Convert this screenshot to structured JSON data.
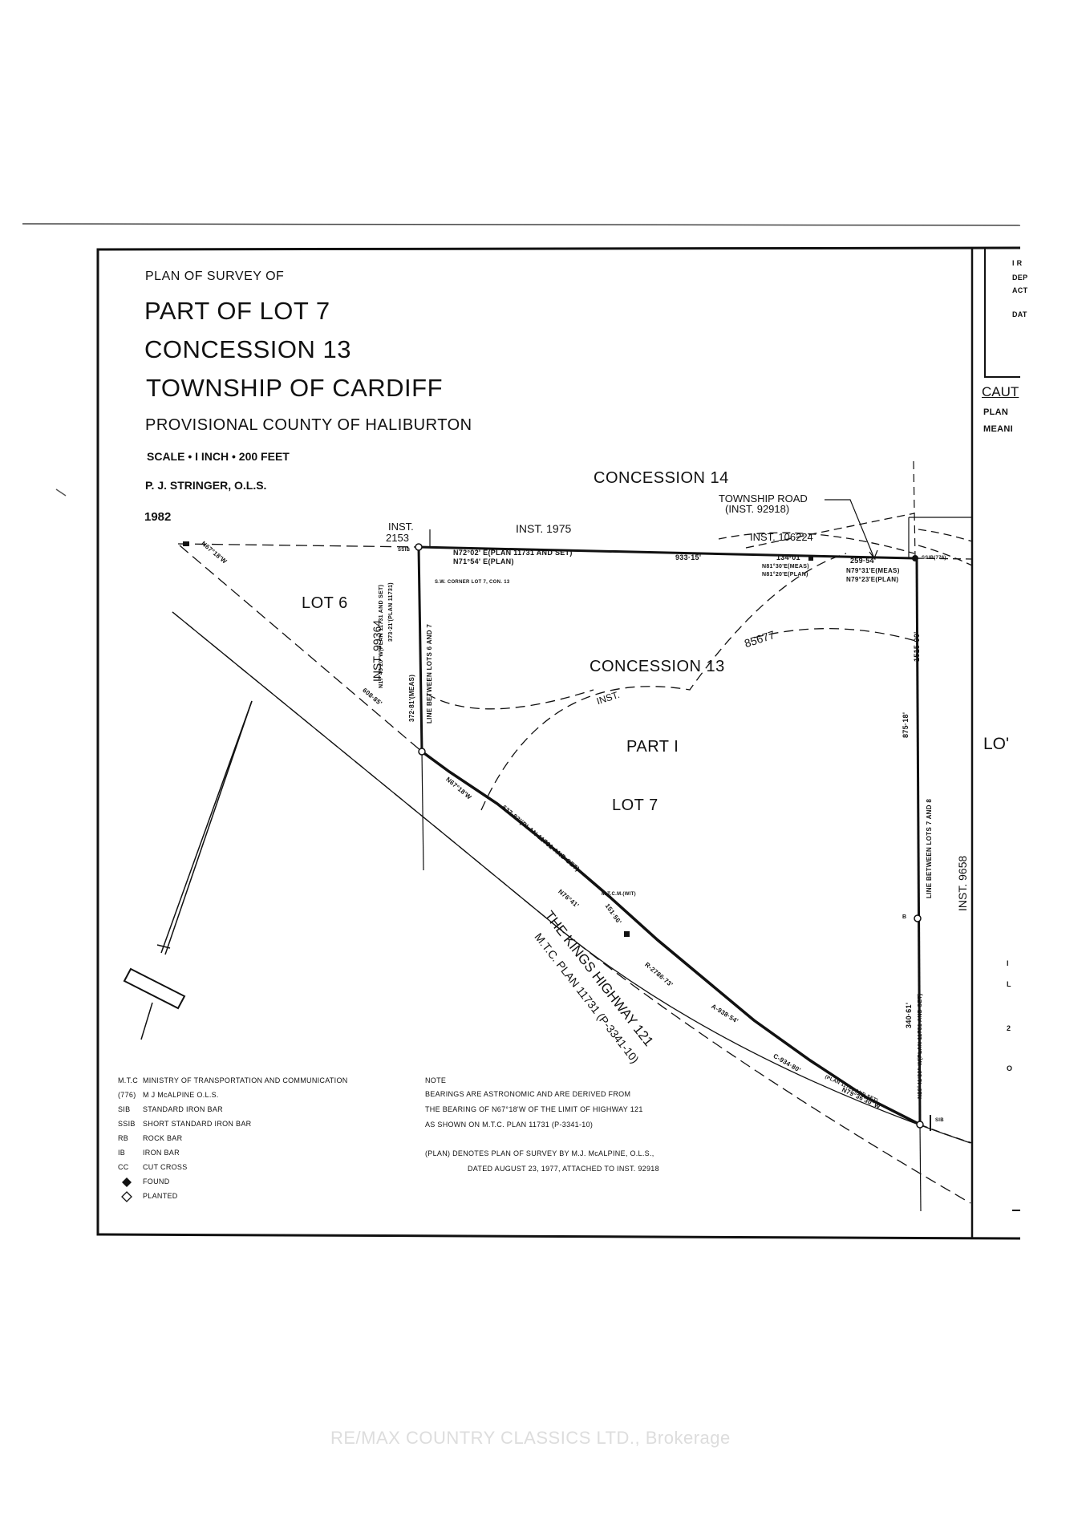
{
  "title_block": {
    "line1": "PLAN OF SURVEY OF",
    "line2": "PART OF LOT 7",
    "line3": "CONCESSION 13",
    "line4": "TOWNSHIP OF CARDIFF",
    "line5": "PROVISIONAL COUNTY OF HALIBURTON",
    "scale": "SCALE • I INCH • 200 FEET",
    "surveyor": "P. J. STRINGER, O.L.S.",
    "year": "1982"
  },
  "right_panel": {
    "lines": [
      "I R",
      "DEP",
      "ACT",
      "DAT"
    ],
    "caution_title": "CAUT",
    "caution_lines": [
      "PLAN",
      "MEANI"
    ],
    "lot_label": "LO'",
    "side_marks": [
      "I",
      "L",
      "2",
      "O"
    ]
  },
  "map_labels": {
    "concession_14": "CONCESSION 14",
    "concession_13": "CONCESSION 13",
    "township_road": "TOWNSHIP ROAD",
    "township_road_inst": "(INST. 92918)",
    "inst_2153_a": "INST.",
    "inst_2153_b": "2153",
    "inst_1975": "INST. 1975",
    "inst_106224": "INST. 106224",
    "lot_6": "LOT 6",
    "part_1": "PART I",
    "lot_7": "LOT 7",
    "inst_99364": "INST. 99364",
    "inst_9658": "INST. 9658",
    "inst_85677": "85677",
    "inst_arc": "INST.",
    "highway_1": "THE KINGS HIGHWAY 121",
    "highway_2": "M.T.C. PLAN 11731 (P-3341-10)"
  },
  "bearings": {
    "north_a": "N72°02' E(PLAN 11731 AND SET)",
    "north_b": "N71°54' E(PLAN)",
    "north_dist": "933·15'",
    "north_c": "134·01'",
    "north_d": "N81°30'E(MEAS)",
    "north_e": "N81°20'E(PLAN)",
    "north_f": "259·54'",
    "north_g": "N79°31'E(MEAS)",
    "north_h": "N79°23'E(PLAN)",
    "west_line": "LINE BETWEEN LOTS 6 AND 7",
    "west_a": "N17°45'20\"W(PLAN 11731 AND SET)",
    "west_b": "373·21'(PLAN 11731)",
    "west_c": "372·81'(MEAS)",
    "east_line": "LINE BETWEEN LOTS 7 AND 8",
    "east_a": "1515·90'",
    "east_b": "875·18'",
    "east_c": "340·61'",
    "east_d": "N20°41'30\" W(PLAN 11731 AND SET)",
    "hwy_a": "N67°18'W",
    "hwy_b": "608·85'",
    "hwy_c": "N67°18'W",
    "hwy_d": "627·83'(PLAN 11731 AND SET)",
    "hwy_e": "N76°41'",
    "hwy_f": "151·56'",
    "hwy_g": "R-2786·73'",
    "hwy_h": "A-938·54'",
    "hwy_i": "C-934·80'",
    "hwy_j": "N79°36'30\"W",
    "hwy_k": "(PLAN 11731 AND SET)",
    "corner_note": "S.W. CORNER LOT 7, CON. 13",
    "mtc_mark": "M.T.C.M.(WIT)",
    "ssib_1": "SSIB",
    "ssib_2": "SSIB(776)",
    "sib": "SIB",
    "b": "B"
  },
  "legend": [
    {
      "code": "M.T.C",
      "desc": "MINISTRY OF TRANSPORTATION AND COMMUNICATION"
    },
    {
      "code": "(776)",
      "desc": "M J McALPINE O.L.S."
    },
    {
      "code": "SIB",
      "desc": "STANDARD IRON BAR"
    },
    {
      "code": "SSIB",
      "desc": "SHORT STANDARD IRON BAR"
    },
    {
      "code": "RB",
      "desc": "ROCK BAR"
    },
    {
      "code": "IB",
      "desc": "IRON BAR"
    },
    {
      "code": "CC",
      "desc": "CUT CROSS"
    },
    {
      "code": "◆",
      "desc": "FOUND"
    },
    {
      "code": "◇",
      "desc": "PLANTED"
    }
  ],
  "note": {
    "title": "NOTE",
    "l1": "BEARINGS ARE ASTRONOMIC AND ARE DERIVED FROM",
    "l2": "THE BEARING OF N67°18'W OF THE LIMIT OF HIGHWAY 121",
    "l3": "AS SHOWN ON M.T.C. PLAN 11731 (P-3341-10)",
    "l4": "(PLAN)  DENOTES PLAN OF SURVEY BY M.J. McALPINE, O.L.S.,",
    "l5": "DATED AUGUST 23, 1977, ATTACHED TO INST. 92918"
  },
  "watermark": "RE/MAX COUNTRY CLASSICS LTD., Brokerage"
}
